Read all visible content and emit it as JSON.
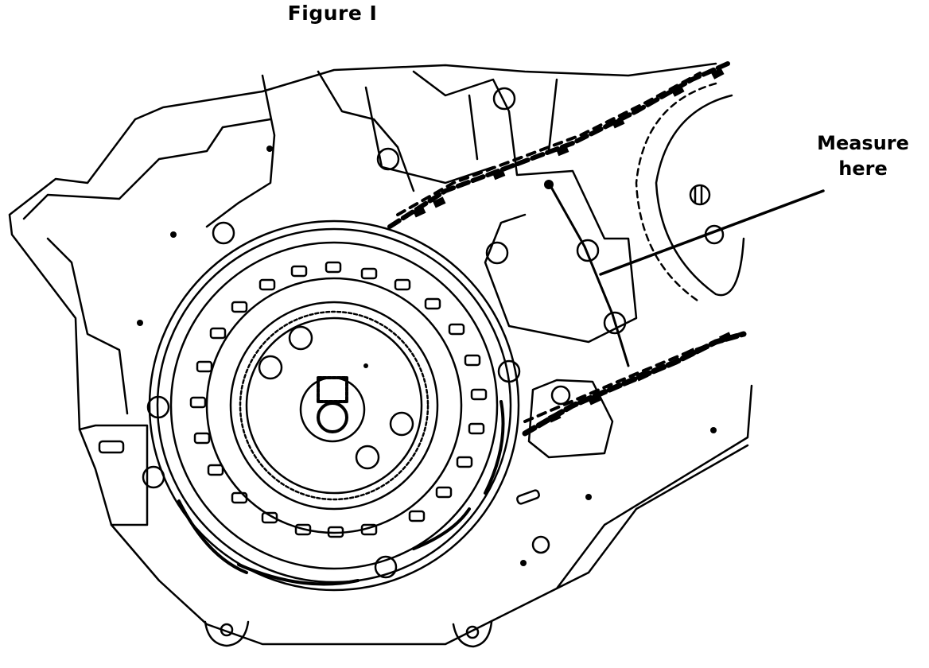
{
  "figure": {
    "title": "Figure I"
  },
  "callout": {
    "line1": "Measure",
    "line2": "here"
  },
  "colors": {
    "ink": "#000000",
    "paper": "#ffffff"
  }
}
